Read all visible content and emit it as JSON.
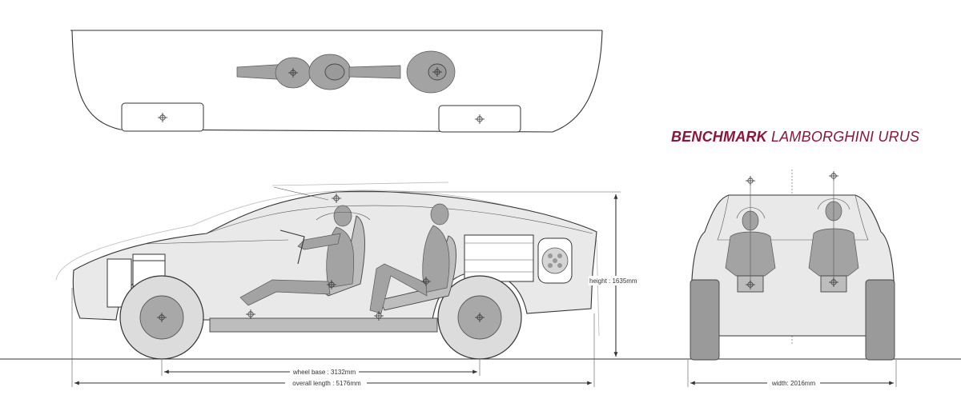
{
  "title": {
    "brand": "BENCHMARK",
    "model": "LAMBORGHINI URUS"
  },
  "dimensions": {
    "wheel_base": "wheel base : 3132mm",
    "overall_length": "overall length : 5176mm",
    "height": "height : 1635mm",
    "width": "width: 2016mm"
  },
  "colors": {
    "title": "#8a1538",
    "line": "#333333",
    "fill_light": "#e9e9e9",
    "fill_mid": "#bdbdbd",
    "fill_dark": "#9a9a9a"
  }
}
